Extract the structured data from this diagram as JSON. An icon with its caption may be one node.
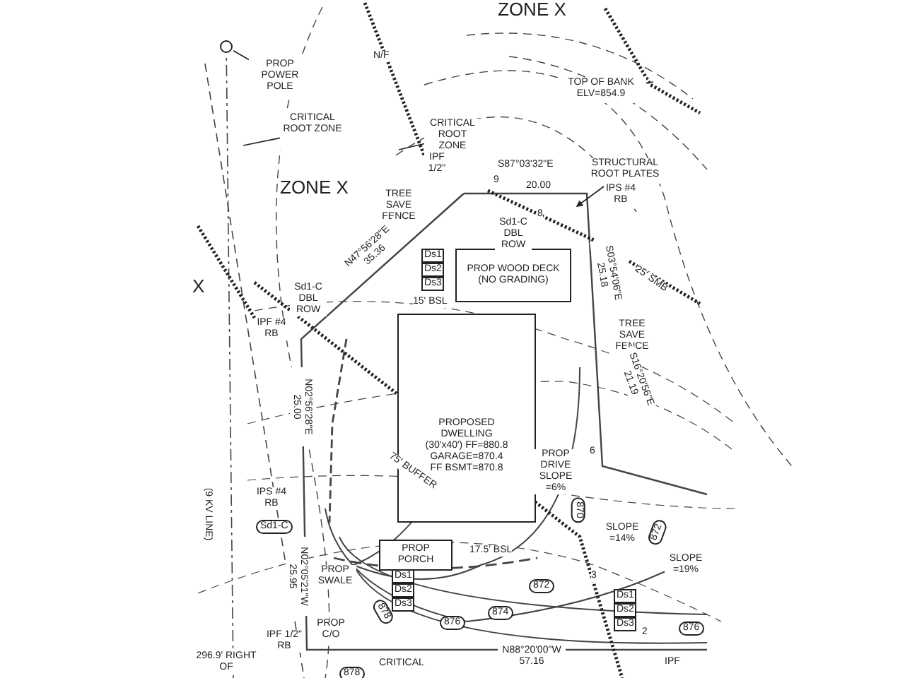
{
  "diagram": {
    "nodes": [
      {
        "text": [
          "PROP POWER POLE"
        ]
      },
      {
        "text": [],
        "shape": "circle"
      },
      {
        "text": [
          "CRITICAL ROOT ZONE"
        ]
      },
      {
        "text": [
          "CRITICAL ROOT ZONE"
        ]
      },
      {
        "text": [
          "TOP OF BANK ELV=854.9"
        ]
      },
      {
        "text": [
          "STRUCTURAL ROOT PLATES"
        ]
      },
      {
        "text": [
          "PROPOSED DWELLING (30'x40') FF=880.8 GARAGE=870.4 FF BSMT=870.8"
        ]
      },
      {
        "text": [
          "PROP WOOD DECK (NO GRADING)"
        ]
      },
      {
        "text": [
          "PROP PORCH"
        ]
      }
    ],
    "edges": [
      {
        "from": 0,
        "to": 1,
        "arrow": "none"
      },
      {
        "from": 2,
        "to": null,
        "arrow": "none"
      },
      {
        "from": 3,
        "to": null,
        "arrow": "none"
      },
      {
        "from": 4,
        "to": null,
        "arrow": "none"
      },
      {
        "from": 5,
        "to": null,
        "arrow": "to"
      }
    ],
    "labels": [
      "ZONE X",
      "N/F",
      "ZONE X",
      "X",
      "TREE SAVE FENCE",
      "IPF 1/2\"",
      "9",
      "8",
      "S87°03'32\"E",
      "20.00",
      "IPS #4 RB",
      "Sd1-C DBL ROW",
      "Ds1",
      "Ds2",
      "Ds3",
      "N47°56'28\"E 35.36",
      "15' BSL",
      "S03°54'06\"E 25.18",
      "25' SMB",
      "TREE SAVE FENCE",
      "S16°20'56\"E 21.19",
      "IPF #4 RB",
      "Sd1-C DBL ROW",
      "N02°56'28\"E 25.00",
      "75' BUFFER",
      "PROP DRIVE SLOPE =6%",
      "6",
      "IPS #4 RB",
      "(9 KV LINE)",
      "Sd1-C",
      "870",
      "SLOPE =14%",
      "872",
      "SLOPE =19%",
      "17.5' BSL",
      "PROP SWALE",
      "N02°05'21\"W 25.95",
      "Ds1",
      "Ds2",
      "Ds3",
      "3",
      "Ds1",
      "Ds2",
      "Ds3",
      "872",
      "874",
      "876",
      "878",
      "876",
      "2",
      "PROP C/O",
      "IPF 1/2\" RB",
      "296.9' RIGHT OF",
      "CRITICAL",
      "N88°20'00\"W 57.16",
      "IPF",
      "878"
    ]
  }
}
